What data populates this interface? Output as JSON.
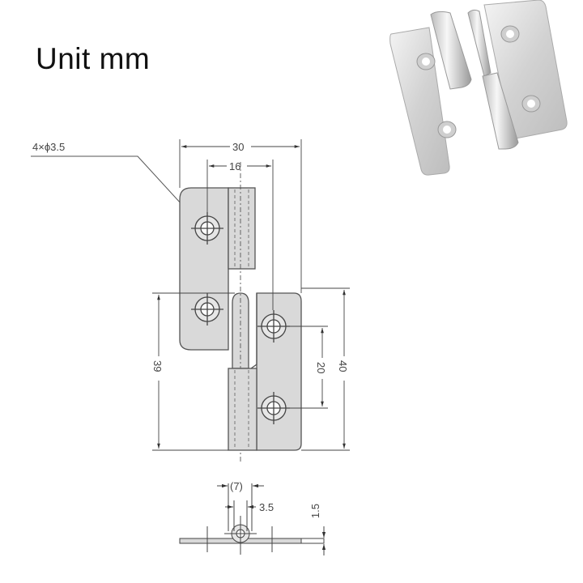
{
  "title": "Unit mm",
  "drawing": {
    "hole_callout": "4×ϕ3.5",
    "dims": {
      "overall_width": "30",
      "hole_to_pin": "16",
      "leaf_height": "39",
      "overall_height": "40",
      "hole_spacing": "20",
      "knuckle_diameter": "(7)",
      "pin_diameter": "3.5",
      "thickness": "1.5"
    }
  },
  "photo": {
    "description": "stainless steel lift-off hinge, two separated leaves"
  },
  "colors": {
    "leaf_fill": "#d9d9d9",
    "line": "#555555",
    "text": "#111111"
  }
}
